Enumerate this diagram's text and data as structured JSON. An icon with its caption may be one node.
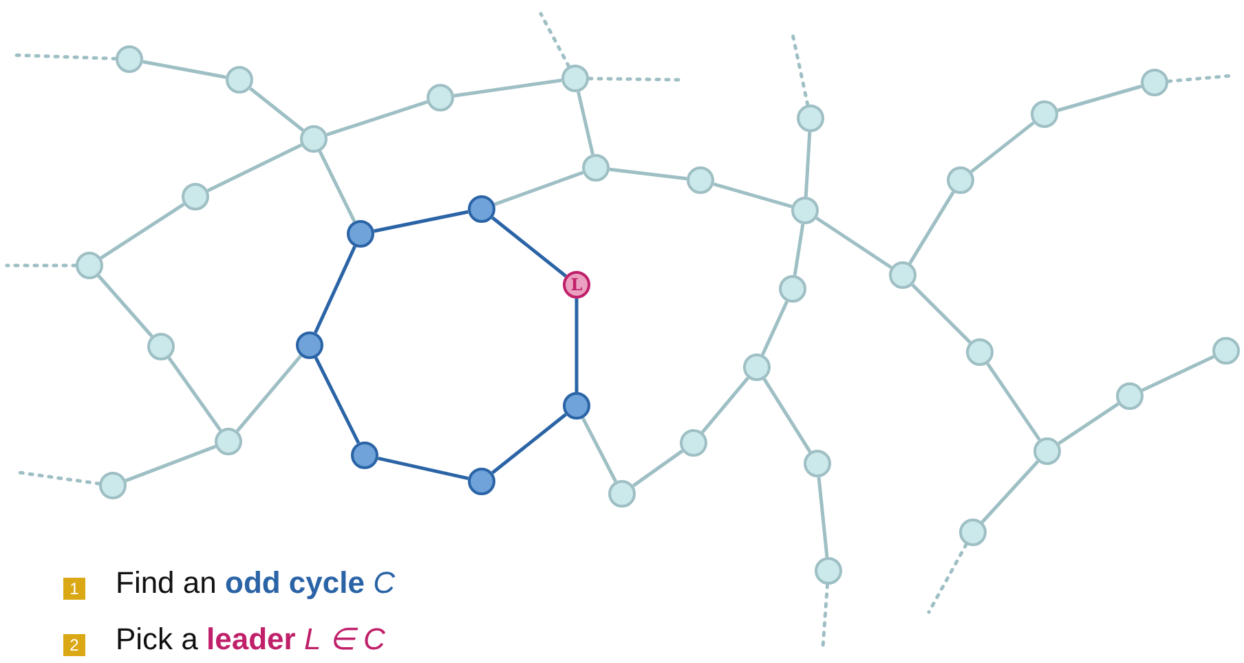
{
  "diagram": {
    "nodes": [
      {
        "text": [],
        "shape": "circle"
      },
      {
        "text": [],
        "shape": "circle"
      },
      {
        "text": [],
        "shape": "circle"
      },
      {
        "text": [],
        "shape": "circle"
      },
      {
        "text": [],
        "shape": "circle"
      },
      {
        "text": [],
        "shape": "circle"
      },
      {
        "text": [],
        "shape": "circle"
      },
      {
        "text": [],
        "shape": "circle"
      },
      {
        "text": [],
        "shape": "circle"
      },
      {
        "text": [],
        "shape": "circle"
      },
      {
        "text": [],
        "shape": "circle"
      },
      {
        "text": [],
        "shape": "circle"
      },
      {
        "text": [
          "L"
        ]
      },
      {
        "text": [],
        "shape": "circle"
      },
      {
        "text": [],
        "shape": "circle"
      },
      {
        "text": [],
        "shape": "circle"
      },
      {
        "text": [],
        "shape": "circle"
      },
      {
        "text": [],
        "shape": "circle"
      },
      {
        "text": [],
        "shape": "circle"
      },
      {
        "text": [],
        "shape": "circle"
      },
      {
        "text": [],
        "shape": "circle"
      },
      {
        "text": [],
        "shape": "circle"
      },
      {
        "text": [],
        "shape": "circle"
      },
      {
        "text": [],
        "shape": "circle"
      },
      {
        "text": [],
        "shape": "circle"
      },
      {
        "text": [],
        "shape": "circle"
      },
      {
        "text": [],
        "shape": "circle"
      },
      {
        "text": [],
        "shape": "circle"
      },
      {
        "text": [],
        "shape": "circle"
      },
      {
        "text": [],
        "shape": "circle"
      },
      {
        "text": [],
        "shape": "circle"
      },
      {
        "text": [],
        "shape": "circle"
      },
      {
        "text": [],
        "shape": "circle"
      },
      {
        "text": [],
        "shape": "circle"
      },
      {
        "text": [],
        "shape": "circle"
      },
      {
        "text": [],
        "shape": "circle"
      }
    ],
    "edges": [
      {
        "from": 0,
        "to": 1,
        "arrow": "none"
      },
      {
        "from": 1,
        "to": 2,
        "arrow": "none"
      },
      {
        "from": 2,
        "to": 3,
        "arrow": "none"
      },
      {
        "from": 3,
        "to": 4,
        "arrow": "none"
      },
      {
        "from": 2,
        "to": 5,
        "arrow": "none"
      },
      {
        "from": 5,
        "to": 6,
        "arrow": "none"
      },
      {
        "from": 6,
        "to": 7,
        "arrow": "none"
      },
      {
        "from": 7,
        "to": 8,
        "arrow": "none"
      },
      {
        "from": 8,
        "to": 9,
        "arrow": "none"
      },
      {
        "from": 2,
        "to": 10,
        "arrow": "none"
      },
      {
        "from": 4,
        "to": 17,
        "arrow": "none"
      },
      {
        "from": 11,
        "to": 17,
        "arrow": "none"
      },
      {
        "from": 17,
        "to": 18,
        "arrow": "none"
      },
      {
        "from": 18,
        "to": 20,
        "arrow": "none"
      },
      {
        "from": 19,
        "to": 20,
        "arrow": "none"
      },
      {
        "from": 20,
        "to": 21,
        "arrow": "none"
      },
      {
        "from": 21,
        "to": 22,
        "arrow": "none"
      },
      {
        "from": 22,
        "to": 23,
        "arrow": "none"
      },
      {
        "from": 23,
        "to": 24,
        "arrow": "none"
      },
      {
        "from": 24,
        "to": 14,
        "arrow": "none"
      },
      {
        "from": 22,
        "to": 25,
        "arrow": "none"
      },
      {
        "from": 25,
        "to": 26,
        "arrow": "none"
      },
      {
        "from": 20,
        "to": 27,
        "arrow": "none"
      },
      {
        "from": 27,
        "to": 28,
        "arrow": "none"
      },
      {
        "from": 28,
        "to": 29,
        "arrow": "none"
      },
      {
        "from": 29,
        "to": 30,
        "arrow": "none"
      },
      {
        "from": 27,
        "to": 31,
        "arrow": "none"
      },
      {
        "from": 31,
        "to": 32,
        "arrow": "none"
      },
      {
        "from": 32,
        "to": 33,
        "arrow": "none"
      },
      {
        "from": 33,
        "to": 34,
        "arrow": "none"
      },
      {
        "from": 32,
        "to": 35,
        "arrow": "none"
      },
      {
        "from": 8,
        "to": 13,
        "arrow": "none"
      },
      {
        "from": 10,
        "to": 11,
        "arrow": "none",
        "color": "#2b64a6"
      },
      {
        "from": 11,
        "to": 12,
        "arrow": "none",
        "color": "#2b64a6"
      },
      {
        "from": 12,
        "to": 14,
        "arrow": "none",
        "color": "#2b64a6"
      },
      {
        "from": 14,
        "to": 16,
        "arrow": "none",
        "color": "#2b64a6"
      },
      {
        "from": 16,
        "to": 15,
        "arrow": "none",
        "color": "#2b64a6"
      },
      {
        "from": 15,
        "to": 13,
        "arrow": "none",
        "color": "#2b64a6"
      },
      {
        "from": 13,
        "to": 10,
        "arrow": "none",
        "color": "#2b64a6"
      },
      {
        "from": 0,
        "to": null,
        "arrow": "none",
        "style": "dashed"
      },
      {
        "from": 6,
        "to": null,
        "arrow": "none",
        "style": "dashed"
      },
      {
        "from": 9,
        "to": null,
        "arrow": "none",
        "style": "dashed"
      },
      {
        "from": 4,
        "to": null,
        "arrow": "none",
        "style": "dashed"
      },
      {
        "from": 4,
        "to": null,
        "arrow": "none",
        "style": "dashed"
      },
      {
        "from": 19,
        "to": null,
        "arrow": "none",
        "style": "dashed"
      },
      {
        "from": 30,
        "to": null,
        "arrow": "none",
        "style": "dashed"
      },
      {
        "from": 35,
        "to": null,
        "arrow": "none",
        "style": "dashed"
      },
      {
        "from": 26,
        "to": null,
        "arrow": "none",
        "style": "dashed"
      }
    ],
    "labels": [
      "1",
      "Find an **odd cycle** *C*",
      "2",
      "Pick a **leader** *L ∈ C*"
    ]
  }
}
